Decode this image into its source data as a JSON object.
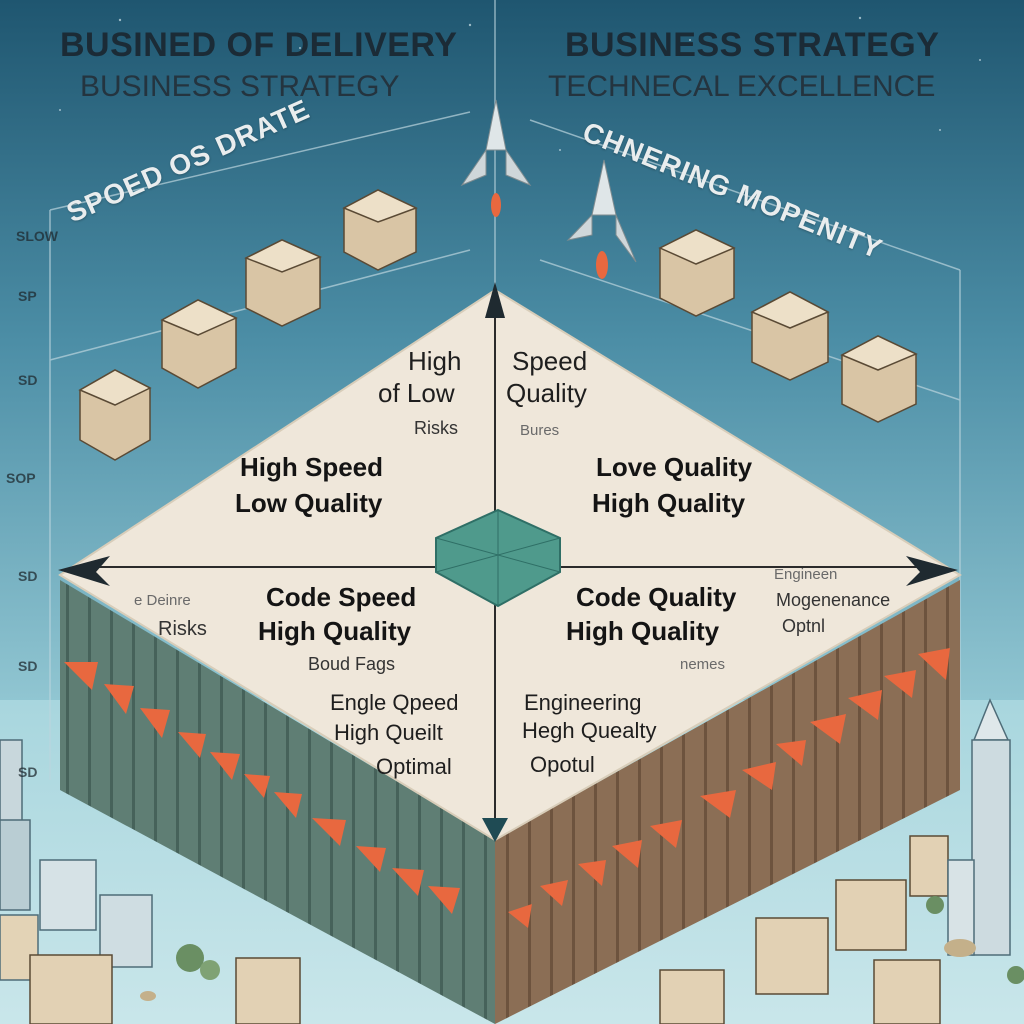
{
  "header": {
    "left_title": "BUSINED OF DELIVERY",
    "left_subtitle": "BUSINESS STRATEGY",
    "right_title": "BUSINESS STRATEGY",
    "right_subtitle": "TECHNECAL EXCELLENCE"
  },
  "diagonal_labels": {
    "left": "SPOED OS DRATE",
    "right": "CHNERING MOPENITY"
  },
  "side_axis": [
    "SLOW",
    "SP",
    "SD",
    "SOP",
    "SD",
    "SD",
    "SD"
  ],
  "quadrants": {
    "top_left": {
      "line1": "High",
      "line2": "of Low",
      "line3": "Risks"
    },
    "top_right": {
      "line1": "Speed",
      "line2": "Quality",
      "line3": "Bures"
    },
    "left": {
      "line1": "High Speed",
      "line2": "Low Quality"
    },
    "right": {
      "line1": "Love Quality",
      "line2": "High Quality"
    },
    "bottom_left": {
      "faint": "e Deinre",
      "risks": "Risks",
      "line1": "Code Speed",
      "line2": "High Quality",
      "note": "Boud Fags",
      "line3": "Engle Qpeed",
      "line4": "High Queilt",
      "line5": "Optimal"
    },
    "bottom_right": {
      "faint1": "Engineen",
      "faint2": "Mogenenance",
      "faint3": "Optnl",
      "line1": "Code Quality",
      "line2": "High Quality",
      "note": "nemes",
      "line3": "Engineering",
      "line4": "Hegh Quealty",
      "line5": "Opotul"
    }
  },
  "colors": {
    "sky_top": "#1f5670",
    "sky_bottom": "#8ec6d2",
    "plane_top": "#efe7da",
    "wall_left": "#5f7e74",
    "wall_right": "#8b6e55",
    "arrow_accent": "#e8683f",
    "pie_center": "#4f9a8c",
    "box": "#ddcbb0"
  },
  "icons": [
    "rocket-icon",
    "cube-icon",
    "building-icon",
    "tree-icon",
    "arrow-icon",
    "pie-icon"
  ]
}
